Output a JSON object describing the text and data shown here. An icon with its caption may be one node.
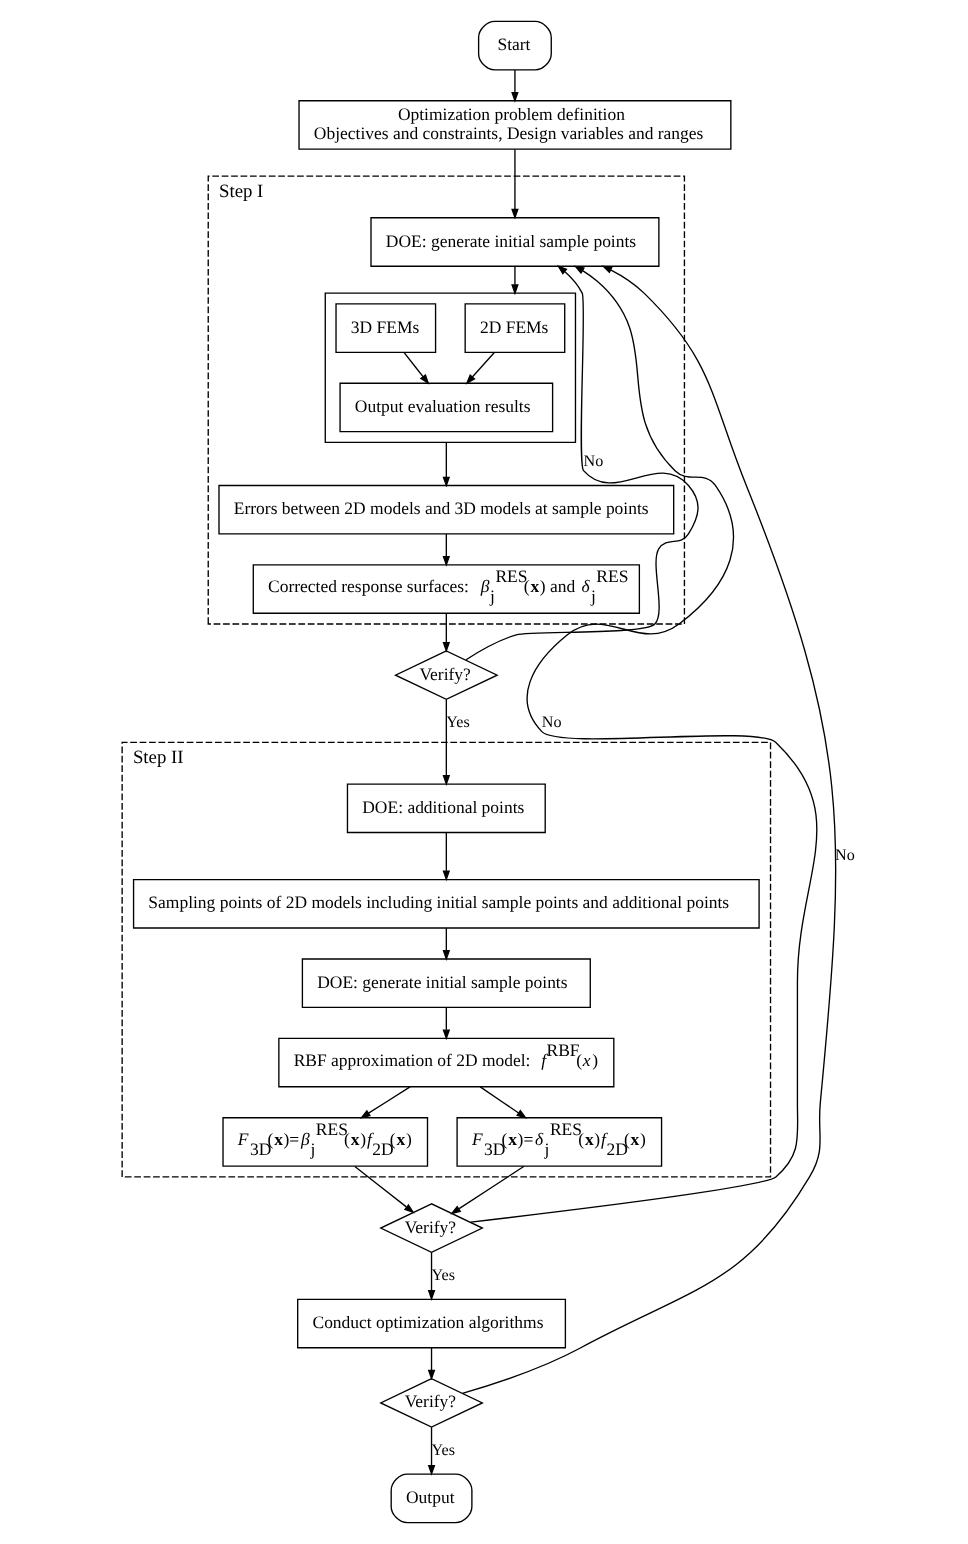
{
  "diagram": {
    "nodes": [
      {
        "text": [
          "Start"
        ]
      },
      {
        "text": [
          "Optimization problem definition",
          "Objectives and constraints, Design variables and ranges"
        ]
      },
      {
        "text": [
          "Step I"
        ]
      },
      {
        "text": [
          "DOE: generate initial sample points"
        ],
        "in": 2
      },
      {
        "text": [],
        "shape": "box",
        "in": 2
      },
      {
        "text": [
          "2D FEMs"
        ],
        "in": 4
      },
      {
        "text": [
          "3D FEMs"
        ],
        "in": 4
      },
      {
        "text": [
          "Output evaluation results"
        ],
        "in": 4
      },
      {
        "text": [
          "Errors between 2D models and 3D models at sample points"
        ],
        "in": 2
      },
      {
        "text": [
          "Corrected response surfaces: *β*$_{j}$$^{RES}$(**x**) and *δ*$_{j}$$^{RES}$"
        ],
        "in": 2
      },
      {
        "text": [
          "Verify?"
        ]
      },
      {
        "text": [
          "Step II"
        ]
      },
      {
        "text": [
          "DOE: additional points"
        ],
        "in": 11
      },
      {
        "text": [
          "Sampling points of 2D models including initial sample points and additional points"
        ],
        "in": 11
      },
      {
        "text": [
          "DOE: generate initial sample points"
        ],
        "in": 11
      },
      {
        "text": [
          "RBF approximation of 2D model: *f*$^{RBF}$(*x*)"
        ],
        "in": 11
      },
      {
        "text": [
          "*F*$_{3D}$(**x**)=*β*$_{j}$$^{RES}$(**x**)*f*$_{2D}$(**x**)"
        ],
        "in": 11
      },
      {
        "text": [
          "*F*$_{3D}$(**x**)=*δ*$_{j}$$^{RES}$(**x**)*f*$_{2D}$(**x**)"
        ],
        "in": 11
      },
      {
        "text": [
          "Verify?"
        ]
      },
      {
        "text": [
          "Conduct optimization algorithms"
        ]
      },
      {
        "text": [
          "Verify?"
        ]
      },
      {
        "text": [
          "Output"
        ]
      }
    ],
    "edges": [
      {
        "from": 0,
        "to": 1,
        "arrow": "to"
      },
      {
        "from": 1,
        "to": 3,
        "arrow": "to"
      },
      {
        "from": 3,
        "to": 4,
        "arrow": "to"
      },
      {
        "from": 5,
        "to": 7,
        "arrow": "to"
      },
      {
        "from": 6,
        "to": 7,
        "arrow": "to"
      },
      {
        "from": 4,
        "to": 8,
        "arrow": "to"
      },
      {
        "from": 8,
        "to": 9,
        "arrow": "to"
      },
      {
        "from": 9,
        "to": 10,
        "arrow": "to"
      },
      {
        "from": 10,
        "to": 3,
        "arrow": "to",
        "label": "No"
      },
      {
        "from": 10,
        "to": 12,
        "arrow": "to",
        "label": "Yes"
      },
      {
        "from": 12,
        "to": 13,
        "arrow": "to"
      },
      {
        "from": 13,
        "to": 14,
        "arrow": "to"
      },
      {
        "from": 14,
        "to": 15,
        "arrow": "to"
      },
      {
        "from": 15,
        "to": 16,
        "arrow": "to"
      },
      {
        "from": 15,
        "to": 17,
        "arrow": "to"
      },
      {
        "from": 16,
        "to": 18,
        "arrow": "to"
      },
      {
        "from": 17,
        "to": 18,
        "arrow": "to"
      },
      {
        "from": 18,
        "to": 3,
        "arrow": "to",
        "label": "No"
      },
      {
        "from": 18,
        "to": 19,
        "arrow": "to",
        "label": "Yes"
      },
      {
        "from": 19,
        "to": 20,
        "arrow": "to"
      },
      {
        "from": 20,
        "to": 3,
        "arrow": "to",
        "label": "No"
      },
      {
        "from": 20,
        "to": 21,
        "arrow": "to",
        "label": "Yes"
      }
    ]
  }
}
